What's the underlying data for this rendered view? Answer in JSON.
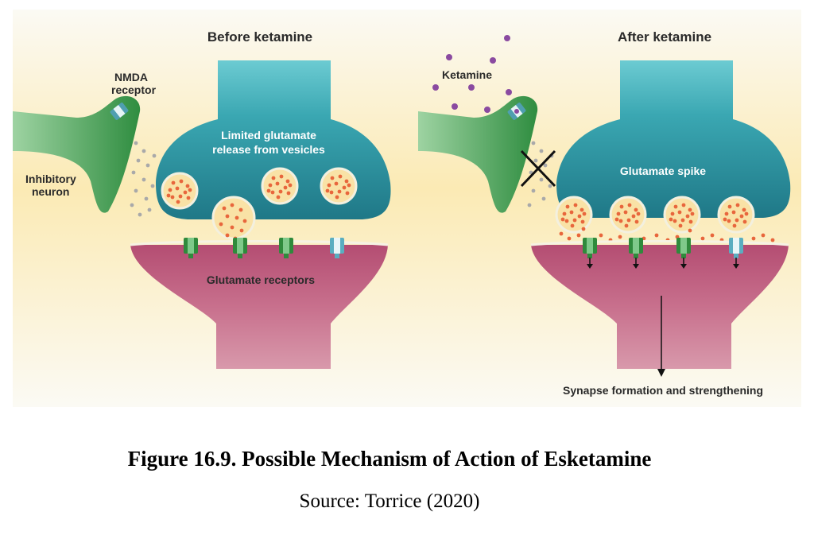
{
  "figure": {
    "panels": {
      "before": {
        "title": "Before ketamine",
        "nmda_label_line1": "NMDA",
        "nmda_label_line2": "receptor",
        "inhibitory_label_line1": "Inhibitory",
        "inhibitory_label_line2": "neuron",
        "release_line1": "Limited glutamate",
        "release_line2": "release from vesicles",
        "receptors_label": "Glutamate receptors"
      },
      "after": {
        "title": "After ketamine",
        "ketamine_label": "Ketamine",
        "spike_label": "Glutamate spike",
        "synapse_label": "Synapse formation and strengthening"
      }
    },
    "colors": {
      "background": "#fbe7a8",
      "presynaptic": "#2a8c9a",
      "presynaptic_top": "#6cc7ce",
      "postsynaptic": "#c0607f",
      "inhibitory": "#3a9a4a",
      "vesicle": "#f8dfa0",
      "glutamate": "#e8663c",
      "ketamine": "#8a4aa0"
    }
  },
  "caption": {
    "title": "Figure 16.9. Possible Mechanism of Action of Esketamine",
    "source": "Source: Torrice (2020)"
  }
}
